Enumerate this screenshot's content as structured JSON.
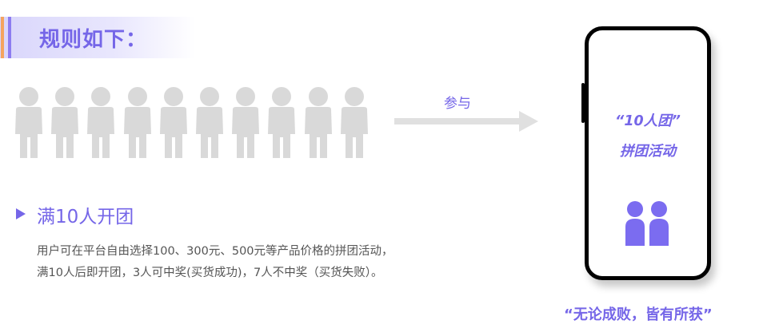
{
  "header": {
    "title": "规则如下："
  },
  "illustration": {
    "participants_icon": "person-icon",
    "participants_count": 10,
    "arrow_label": "参与"
  },
  "section": {
    "bullet_icon": "triangle-bullet-icon",
    "title": "满10人开团"
  },
  "description": {
    "line1": "用户可在平台自由选择100、300元、500元等产品价格的拼团活动，",
    "line2": "满10人后即开团，3人可中奖(买货成功)，7人不中奖（买货失败）。"
  },
  "phone": {
    "line1": "“10人团”",
    "line2": "拼团活动",
    "icon": "group-people-icon"
  },
  "footer": {
    "slogan": "“无论成败，皆有所获”"
  },
  "colors": {
    "accent": "#7566e8",
    "person_gray": "#d9d9d9",
    "arrow_gray": "#e0e0e0",
    "stripe_orange": "#f4a45f"
  }
}
